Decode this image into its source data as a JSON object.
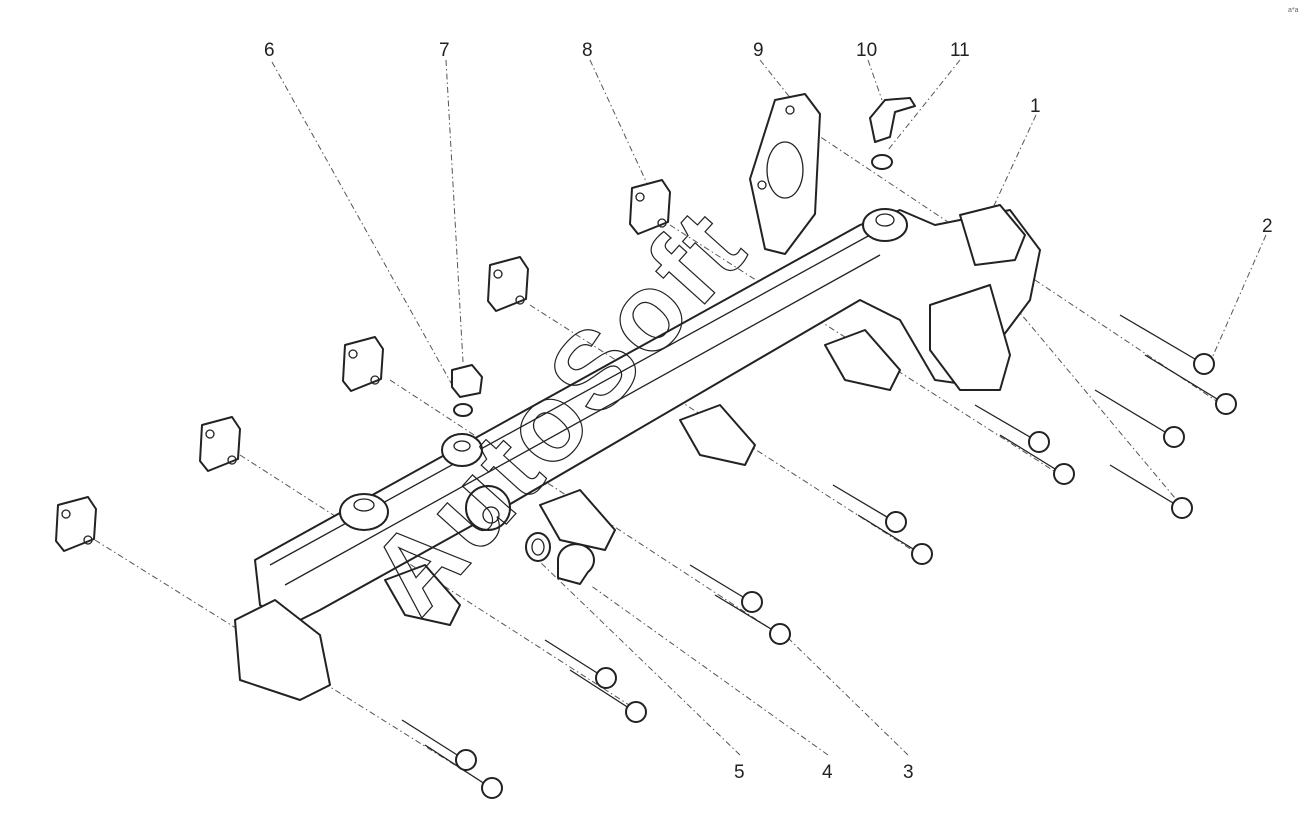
{
  "callouts": [
    "1",
    "2",
    "3",
    "4",
    "5",
    "6",
    "7",
    "8",
    "9",
    "10",
    "11"
  ],
  "watermark": "AutoSoft",
  "corner_mark": "a*a"
}
